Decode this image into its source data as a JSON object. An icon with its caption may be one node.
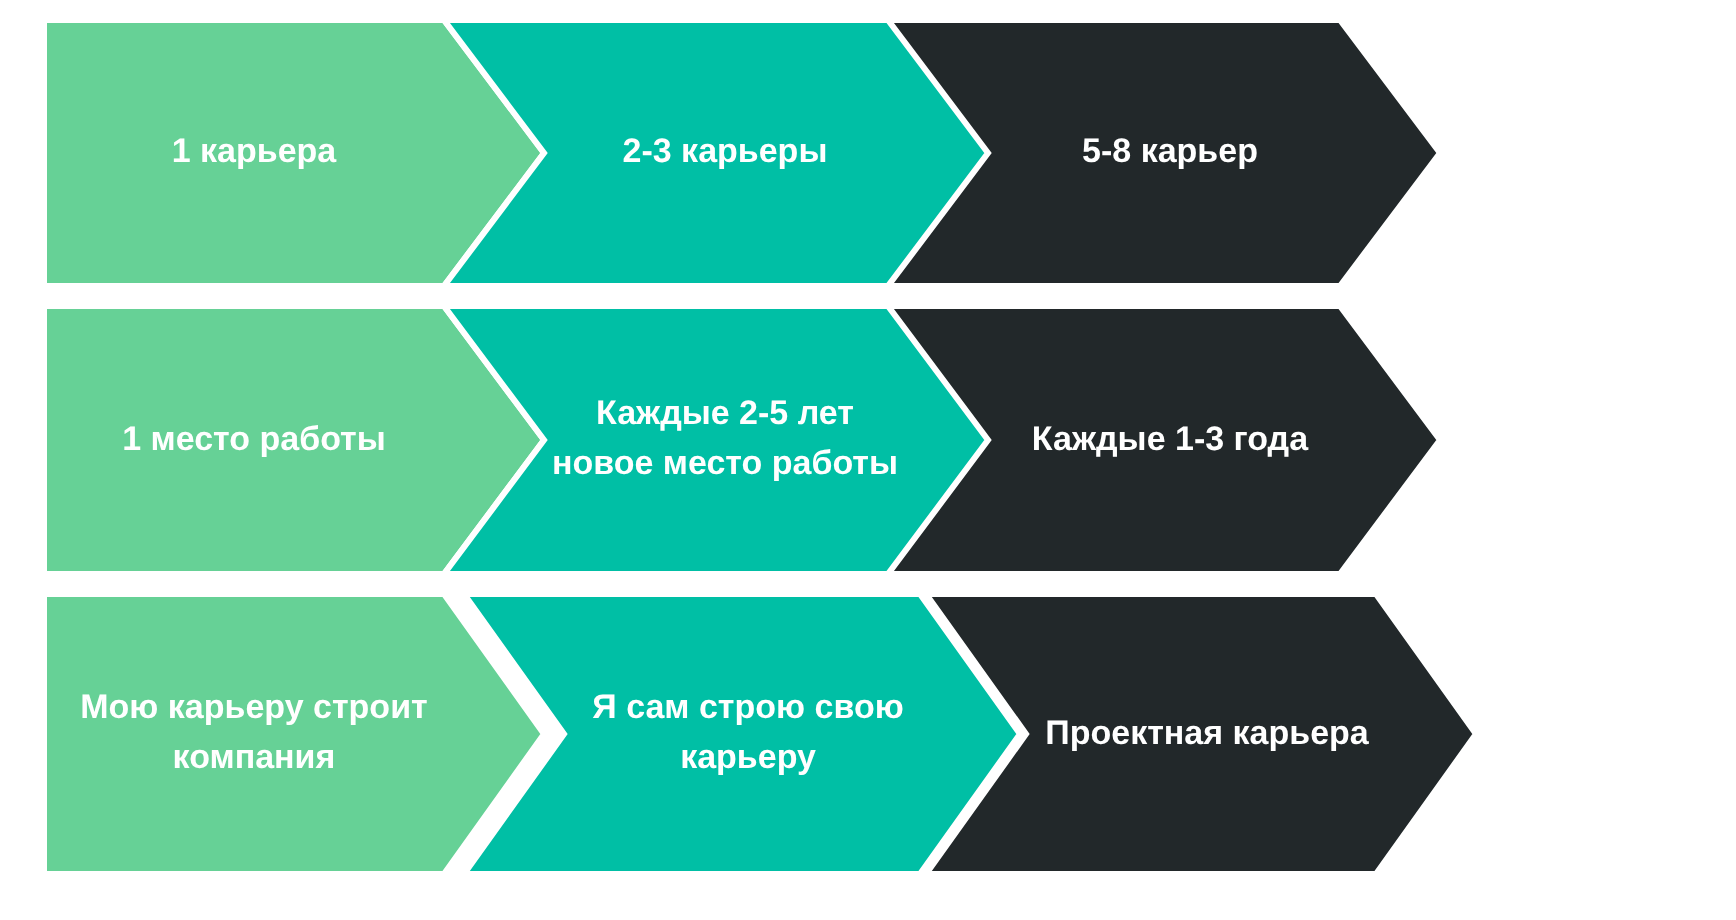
{
  "diagram": {
    "nodes": [
      {
        "text": [
          "1 карьера"
        ]
      },
      {
        "text": [
          "2-3 карьеры"
        ]
      },
      {
        "text": [
          "5-8 карьер"
        ]
      },
      {
        "text": [
          "1 место работы"
        ]
      },
      {
        "text": [
          "Каждые 2-5 лет новое место работы"
        ]
      },
      {
        "text": [
          "Каждые 1-3 года"
        ]
      },
      {
        "text": [
          "Мою карьеру строит компания"
        ]
      },
      {
        "text": [
          "Я сам строю свою карьеру"
        ]
      },
      {
        "text": [
          "Проектная карьера"
        ]
      }
    ]
  }
}
